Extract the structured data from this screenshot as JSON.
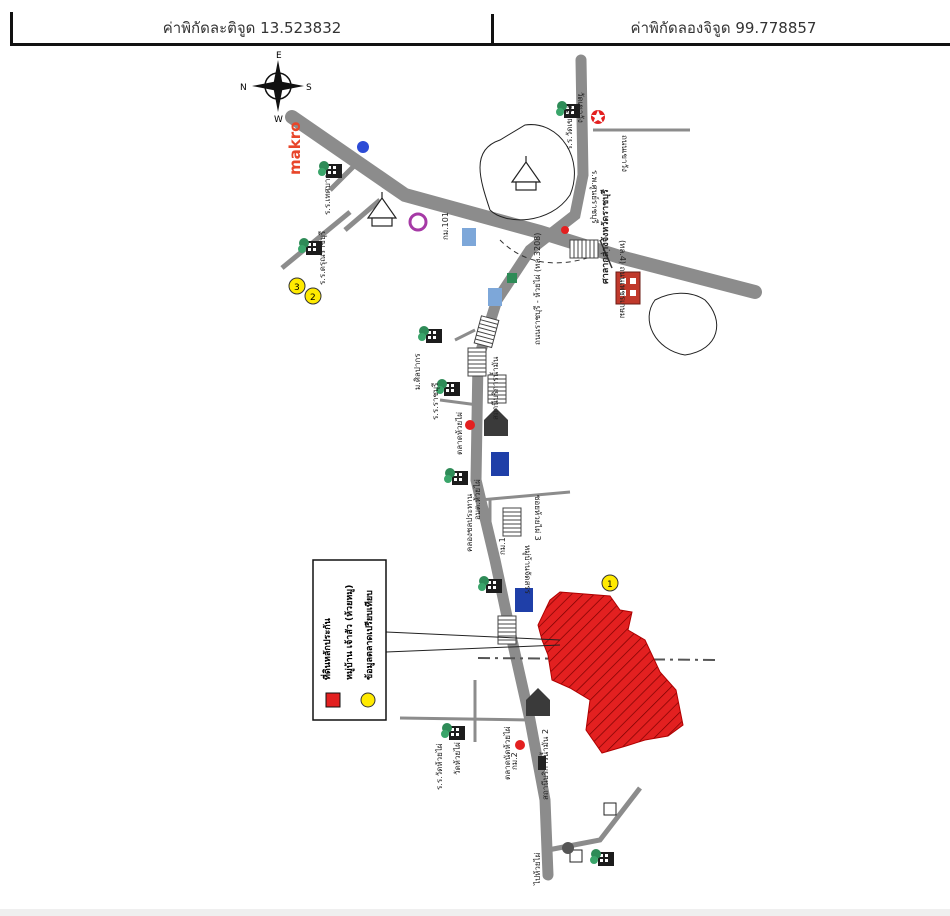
{
  "coordinates": {
    "latitude_label": "ค่าพิกัดละติจูด 13.523832",
    "longitude_label": "ค่าพิกัดลองจิจูด 99.778857"
  },
  "compass": {
    "n": "N",
    "e": "E",
    "s": "S",
    "w": "W"
  },
  "brand": {
    "makro": "makro"
  },
  "labels": {
    "road_highway": "(ทล.4) ถนนเพชรเกษม",
    "road_main": "ถนนราชบุรี - ห้วยไผ่ (ทล.3208)",
    "temple_top": "วัดเขาวัง",
    "school_top": "ร.ร.วัดเขาวัง",
    "office_hospital": "ร.พ.ศูนย์ราชบุรี",
    "office_govt": "ศาลากลางจังหวัดราชบุรี",
    "gas_station": "สถานีบริการน้ำมัน",
    "school_left1": "ร.ร.เทศบาล",
    "school_left2": "ร.ร.ดรุณราชบุรี",
    "school_mid1": "ม.ศิลปากร",
    "school_mid2": "ร.ร.ราชบุรี",
    "market": "ตลาดห้วยไผ่",
    "village": "หมู่บ้านจัดสรร",
    "canal": "คลองชลประทาน",
    "subdistrict_office": "อบต.ห้วยไผ่",
    "temple_bottom": "วัดห้วยไผ่",
    "school_bottom": "ร.ร.วัดห้วยไผ่",
    "bottom_road": "ไปห้วยไผ่",
    "petrol_bottom": "สถานีบริการน้ำมัน 2",
    "market_bottom": "ตลาดนัดห้วยไผ่",
    "km": "กม.101",
    "km2": "กม.1",
    "km3": "กม.2",
    "right_road": "ถนนเขาวัง",
    "soi": "ซอยห้วยไผ่ 3"
  },
  "markers": {
    "m1": "1",
    "m2": "2",
    "m3": "3"
  },
  "legend": {
    "item1": "ที่ดินหลักประกัน",
    "item2": "หมู่บ้าน เจ้าสัว (ห้วยหมู)",
    "item3": "ข้อมูลตลาดเปรียบเทียบ"
  },
  "colors": {
    "road": "#8c8c8c",
    "property": "#e32020",
    "marker": "#ffea00",
    "tree": "#2e8b57"
  }
}
